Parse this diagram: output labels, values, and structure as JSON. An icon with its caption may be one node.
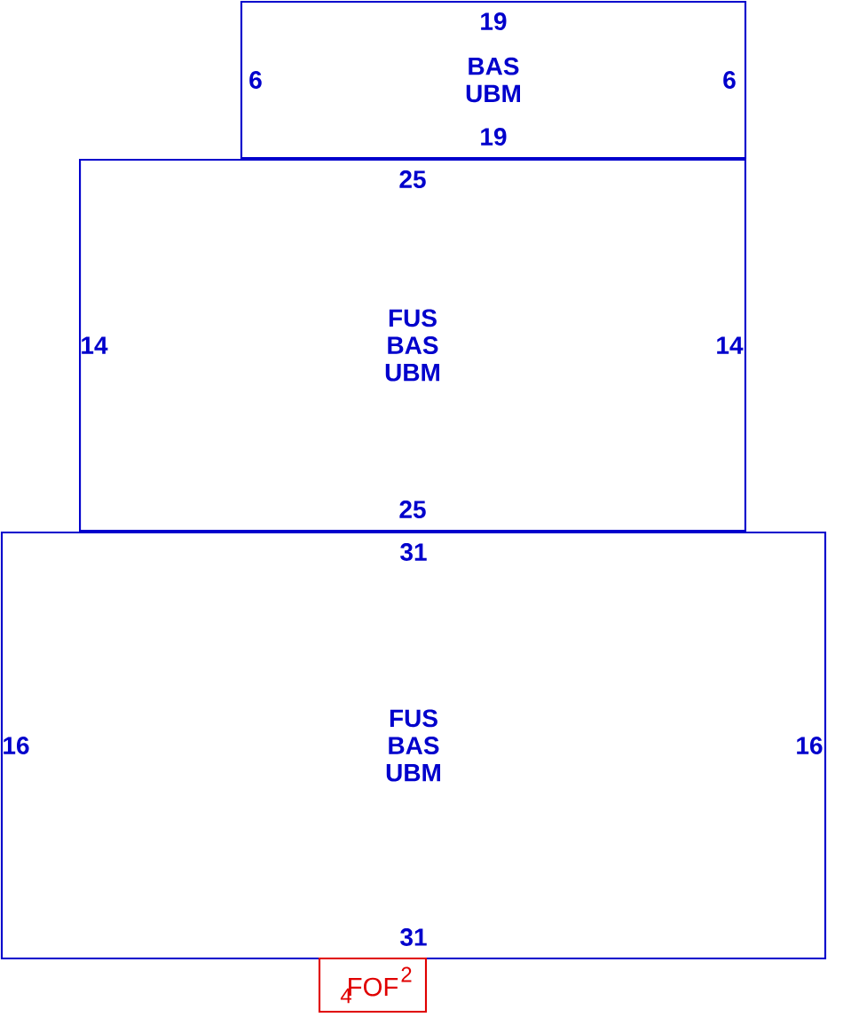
{
  "diagram": {
    "nodes": [
      {
        "text": [
          "19",
          "6",
          "BAS UBM",
          "6",
          "19"
        ]
      },
      {
        "text": [
          "25",
          "14",
          "FUS BAS UBM",
          "14",
          "25"
        ]
      },
      {
        "text": [
          "31",
          "16",
          "FUS BAS UBM",
          "16",
          "31"
        ]
      },
      {
        "text": [
          "FOF",
          "4",
          "2"
        ]
      }
    ]
  }
}
